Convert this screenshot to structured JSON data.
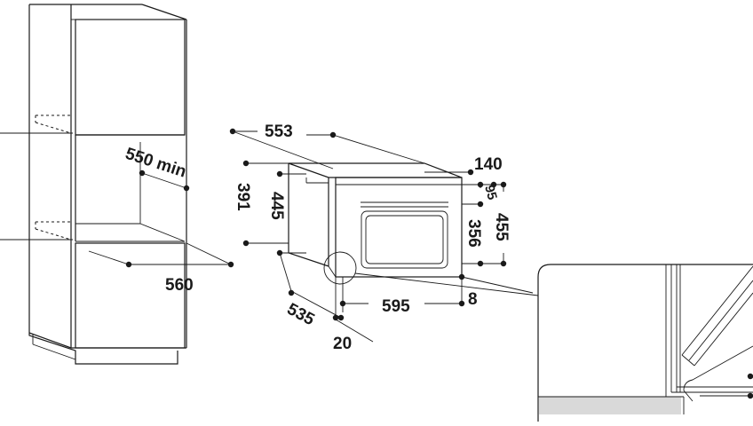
{
  "dimensions": {
    "cavity_height_min": "550 min",
    "cavity_width": "560",
    "oven_depth_top": "553",
    "oven_height_side": "391",
    "oven_height_inner": "445",
    "front_offset_top": "140",
    "front_offset_small": "95",
    "oven_front_height": "455",
    "oven_inner_height": "356",
    "oven_width": "595",
    "oven_depth_bottom": "535",
    "front_gap": "20",
    "bottom_offset": "8"
  }
}
